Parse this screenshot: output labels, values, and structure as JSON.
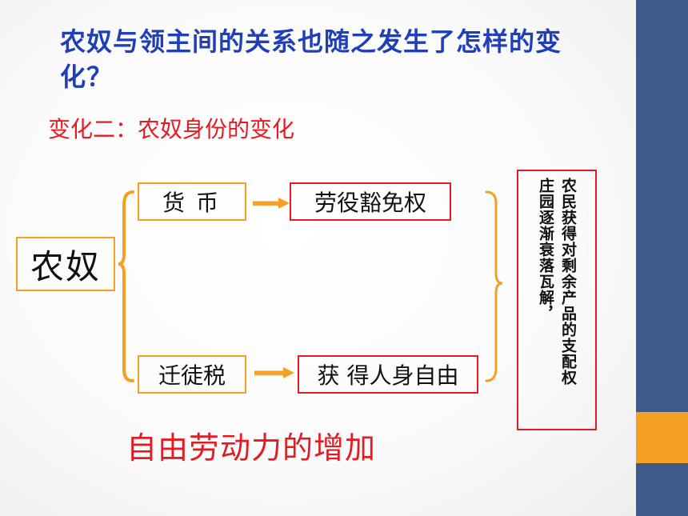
{
  "title": "农奴与领主间的关系也随之发生了怎样的变化？",
  "subtitle": "变化二：农奴身份的变化",
  "subject": "农奴",
  "branches": [
    {
      "cause": "货币",
      "result": "劳役豁免权"
    },
    {
      "cause": "迁徒税",
      "result": "获 得人身自由"
    }
  ],
  "outcome": {
    "line1": "农民获得对剩余产品的支配权",
    "line2": "庄园逐渐衰落瓦解，"
  },
  "conclusion": "自由劳动力的增加",
  "colors": {
    "title": "#1f3fb8",
    "highlight": "#e31c24",
    "box_orange": "#f5a023",
    "side_bar": "#3c5a8c",
    "side_accent": "#f5a023"
  }
}
